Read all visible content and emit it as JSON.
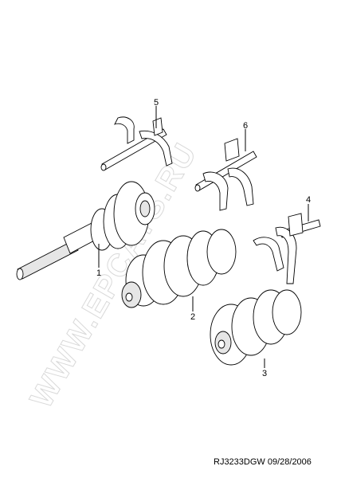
{
  "diagram": {
    "watermark": "WWW.EPCATS.RU",
    "callouts": [
      "1",
      "2",
      "3",
      "4",
      "5",
      "6"
    ],
    "footer": {
      "code": "RJ3233DGW",
      "date": "09/28/2006"
    }
  }
}
